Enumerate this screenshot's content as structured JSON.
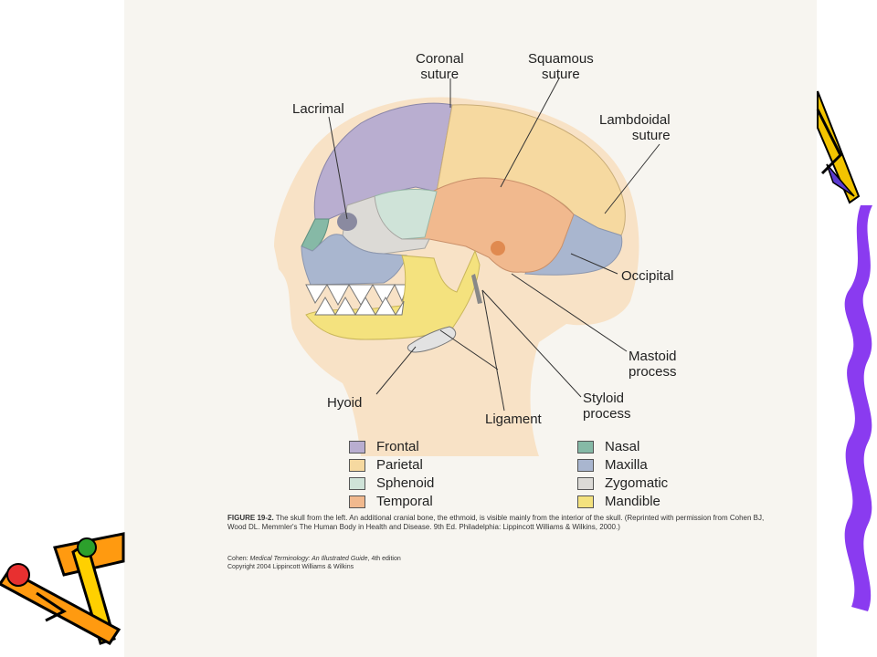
{
  "labels": {
    "coronal_suture": [
      "Coronal",
      "suture"
    ],
    "squamous_suture": [
      "Squamous",
      "suture"
    ],
    "lacrimal": "Lacrimal",
    "lambdoidal_suture": [
      "Lambdoidal",
      "suture"
    ],
    "occipital": "Occipital",
    "mastoid_process": [
      "Mastoid",
      "process"
    ],
    "styloid_process": [
      "Styloid",
      "process"
    ],
    "hyoid": "Hyoid",
    "ligament": "Ligament"
  },
  "legend": [
    {
      "name": "Frontal",
      "color": "#b9aed0"
    },
    {
      "name": "Parietal",
      "color": "#f6d9a0"
    },
    {
      "name": "Sphenoid",
      "color": "#cfe3d8"
    },
    {
      "name": "Temporal",
      "color": "#f1b98e"
    },
    {
      "name": "Nasal",
      "color": "#86b9a6"
    },
    {
      "name": "Maxilla",
      "color": "#a9b6cf"
    },
    {
      "name": "Zygomatic",
      "color": "#dcdad6"
    },
    {
      "name": "Mandible",
      "color": "#f4e27e"
    }
  ],
  "caption": {
    "figure_no": "FIGURE 19-2.",
    "text": "The skull from the left. An additional cranial bone, the ethmoid, is visible mainly from the interior of the skull. (Reprinted with permission from Cohen BJ, Wood DL. Memmler's The Human Body in Health and Disease. 9th Ed. Philadelphia: Lippincott Williams & Wilkins, 2000.)"
  },
  "credit": {
    "line1_prefix": "Cohen: ",
    "line1_title": "Medical Terminology: An Illustrated Guide",
    "line1_suffix": ", 4th edition",
    "line2": "Copyright 2004 Lippincott Williams & Wilkins"
  },
  "colors": {
    "skin": "#f8e2c6",
    "frontal": "#b9aed0",
    "parietal": "#f6d9a0",
    "sphenoid": "#cfe3d8",
    "temporal": "#f1b98e",
    "nasal": "#86b9a6",
    "maxilla": "#a9b6cf",
    "zygomatic": "#dcdad6",
    "mandible": "#f4e27e",
    "occipital": "#a9b6cf",
    "squiggle": "#8a3bf0"
  }
}
